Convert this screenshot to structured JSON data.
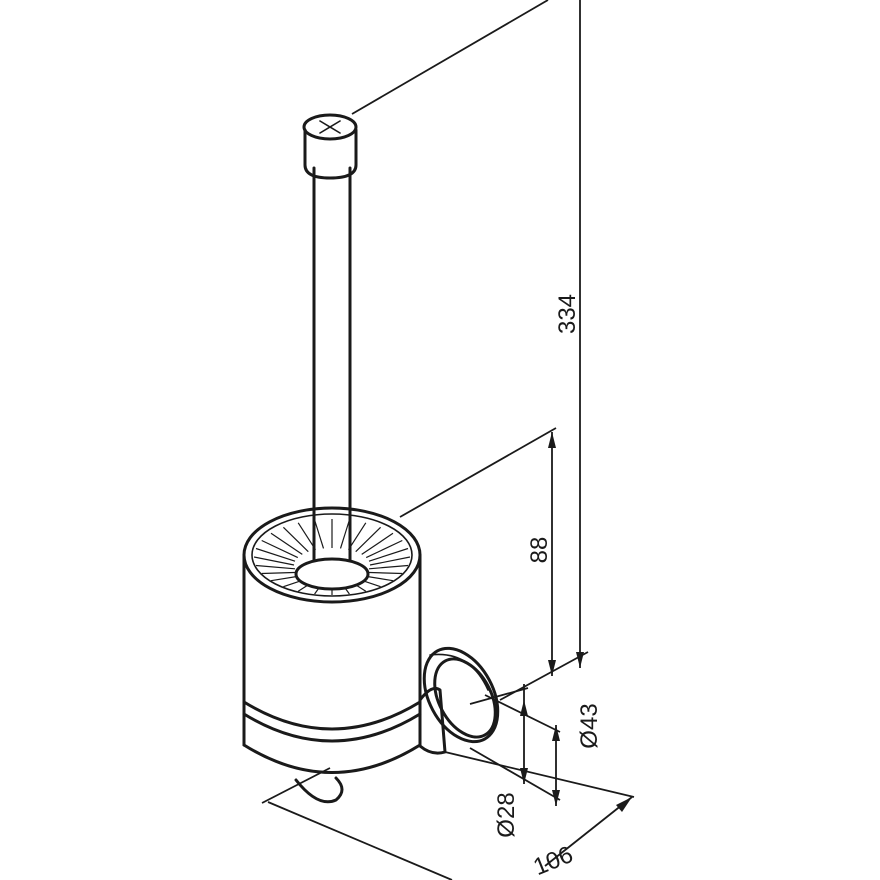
{
  "drawing": {
    "subject": "toilet-brush-holder-wall-mounted",
    "colors": {
      "line": "#1a1a1a",
      "background": "#ffffff"
    },
    "dimensions": {
      "total_height": "334",
      "holder_height": "88",
      "flange_diameter": "Ø43",
      "arm_diameter": "Ø28",
      "projection": "106"
    }
  }
}
